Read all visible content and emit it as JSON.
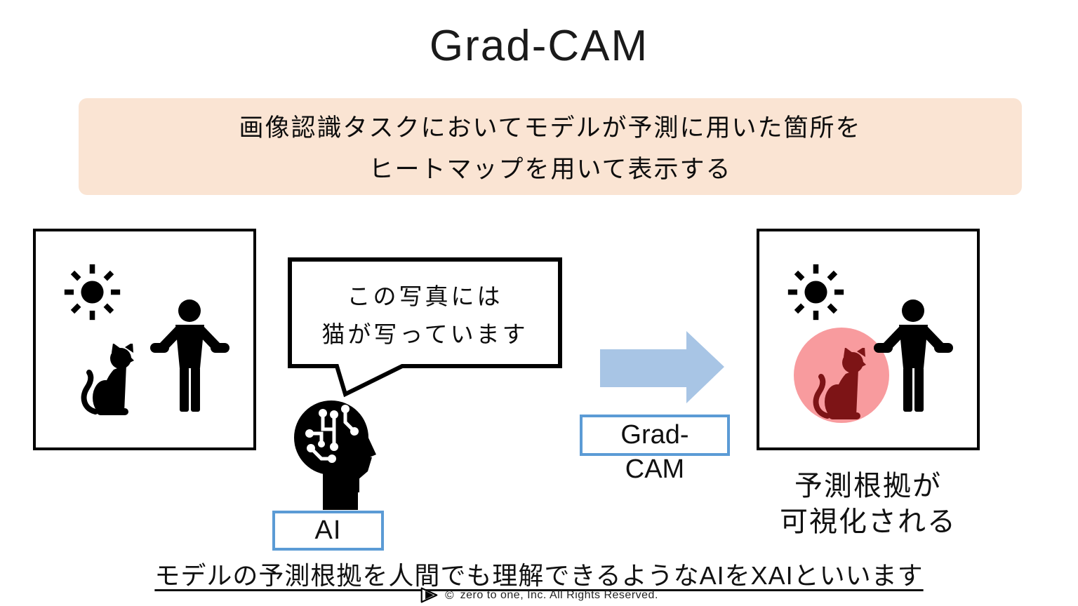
{
  "title": "Grad-CAM",
  "description_box": {
    "line1": "画像認識タスクにおいてモデルが予測に用いた箇所を",
    "line2": "ヒートマップを用いて表示する"
  },
  "speech_bubble": {
    "line1": "この写真には",
    "line2": "猫が写っています"
  },
  "ai_label": "AI",
  "gradcam_label": {
    "line1": "Grad-",
    "line2": "CAM"
  },
  "output_caption": {
    "line1": "予測根拠が",
    "line2": "可視化される"
  },
  "bottom_note": "モデルの予測根拠を人間でも理解できるようなAIをXAIといいます",
  "footer": {
    "copyright_symbol": "©",
    "text": "zero to one, Inc. All Rights Reserved."
  },
  "icons": {
    "input_image": [
      "sun-icon",
      "cat-icon",
      "person-icon"
    ],
    "output_image": [
      "sun-icon",
      "heatmap-circle",
      "cat-icon",
      "person-icon"
    ],
    "ai_figure": "ai-head-icon",
    "transform": "right-arrow-icon",
    "footer_logo": "play-triangle-icon"
  },
  "colors": {
    "description_bg": "#FAE4D3",
    "blue_border": "#5B9BD5",
    "arrow_fill": "#A8C5E5",
    "heatmap_pink": "#F89B9E",
    "heatmap_cat_red": "#7D1416",
    "icon_black": "#000000"
  }
}
